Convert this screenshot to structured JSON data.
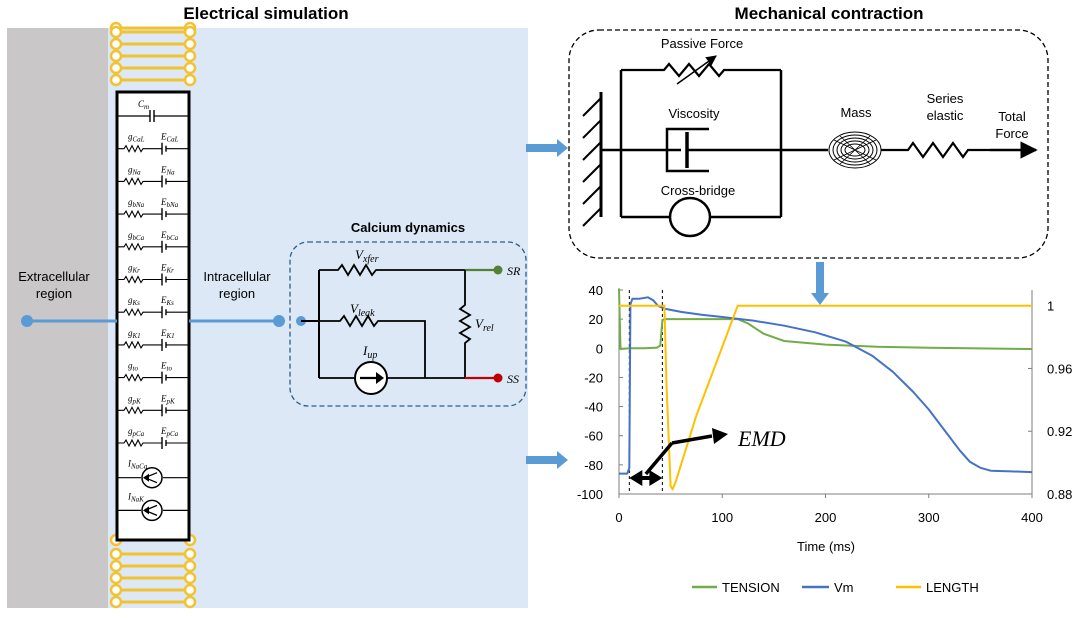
{
  "headers": {
    "electrical": "Electrical simulation",
    "mechanical": "Mechanical contraction"
  },
  "regions": {
    "extracellular": [
      "Extracellular",
      "region"
    ],
    "intracellular": [
      "Intracellular",
      "region"
    ]
  },
  "membrane_components": [
    {
      "g": "C",
      "gsub": "m",
      "e": "",
      "esub": "",
      "kind": "capacitor"
    },
    {
      "g": "g",
      "gsub": "CaL",
      "e": "E",
      "esub": "CaL",
      "kind": "channel"
    },
    {
      "g": "g",
      "gsub": "Na",
      "e": "E",
      "esub": "Na",
      "kind": "channel"
    },
    {
      "g": "g",
      "gsub": "bNa",
      "e": "E",
      "esub": "bNa",
      "kind": "channel"
    },
    {
      "g": "g",
      "gsub": "bCa",
      "e": "E",
      "esub": "bCa",
      "kind": "channel"
    },
    {
      "g": "g",
      "gsub": "Kr",
      "e": "E",
      "esub": "Kr",
      "kind": "channel"
    },
    {
      "g": "g",
      "gsub": "Ks",
      "e": "E",
      "esub": "Ks",
      "kind": "channel"
    },
    {
      "g": "g",
      "gsub": "K1",
      "e": "E",
      "esub": "K1",
      "kind": "channel"
    },
    {
      "g": "g",
      "gsub": "to",
      "e": "E",
      "esub": "to",
      "kind": "channel"
    },
    {
      "g": "g",
      "gsub": "pK",
      "e": "E",
      "esub": "pK",
      "kind": "channel"
    },
    {
      "g": "g",
      "gsub": "pCa",
      "e": "E",
      "esub": "pCa",
      "kind": "channel"
    },
    {
      "g": "I",
      "gsub": "NaCa",
      "e": "",
      "esub": "",
      "kind": "source"
    },
    {
      "g": "I",
      "gsub": "NaK",
      "e": "",
      "esub": "",
      "kind": "source"
    }
  ],
  "calcium": {
    "title": "Calcium dynamics",
    "vxfer": "V",
    "vxfer_sub": "xfer",
    "vleak": "V",
    "vleak_sub": "leak",
    "vrel": "V",
    "vrel_sub": "rel",
    "iup": "I",
    "iup_sub": "up",
    "sr": "SR",
    "ss": "SS"
  },
  "mechanical_model": {
    "passive_force": "Passive Force",
    "viscosity": "Viscosity",
    "cross_bridge": "Cross-bridge",
    "mass": "Mass",
    "series_elastic": [
      "Series",
      "elastic"
    ],
    "total_force": [
      "Total",
      "Force"
    ]
  },
  "colors": {
    "membrane_gray": "#c9c7c8",
    "intracellular_blue": "#dce8f5",
    "lipid_yellow": "#f2c230",
    "connector_blue": "#5b9bd5",
    "sr_green": "#548235",
    "ss_red": "#c00000"
  },
  "chart_data": {
    "type": "line",
    "xlabel": "Time (ms)",
    "x_ticks": [
      0,
      100,
      200,
      300,
      400
    ],
    "xlim": [
      0,
      400
    ],
    "y_ticks_left": [
      40,
      20,
      0,
      -20,
      -40,
      -60,
      -80,
      -100
    ],
    "ylim_left": [
      -100,
      40
    ],
    "y_ticks_right": [
      "1",
      "0.96",
      "0.92",
      "0.88"
    ],
    "ylim_right": [
      0.88,
      1.01
    ],
    "annotation": "EMD",
    "series": [
      {
        "name": "TENSION",
        "color": "#70ad47",
        "axis": "left",
        "points": [
          [
            0,
            41
          ],
          [
            1.5,
            -0.5
          ],
          [
            10,
            0
          ],
          [
            25,
            0
          ],
          [
            37,
            0.5
          ],
          [
            40,
            2
          ],
          [
            42,
            19.5
          ],
          [
            45,
            20
          ],
          [
            80,
            20
          ],
          [
            115,
            20
          ],
          [
            125,
            17
          ],
          [
            140,
            10
          ],
          [
            160,
            5
          ],
          [
            200,
            2.5
          ],
          [
            250,
            1
          ],
          [
            300,
            0.3
          ],
          [
            400,
            -0.5
          ]
        ]
      },
      {
        "name": "Vm",
        "color": "#4472c4",
        "axis": "left",
        "points": [
          [
            0,
            -86
          ],
          [
            8,
            -86
          ],
          [
            10,
            -82
          ],
          [
            11,
            30
          ],
          [
            13,
            34
          ],
          [
            20,
            34
          ],
          [
            28,
            35
          ],
          [
            33,
            33
          ],
          [
            38,
            29
          ],
          [
            45,
            27
          ],
          [
            60,
            25
          ],
          [
            80,
            23
          ],
          [
            100,
            21.5
          ],
          [
            130,
            19
          ],
          [
            160,
            15.5
          ],
          [
            190,
            11
          ],
          [
            220,
            4.5
          ],
          [
            245,
            -5
          ],
          [
            265,
            -16
          ],
          [
            285,
            -30
          ],
          [
            300,
            -42
          ],
          [
            315,
            -56
          ],
          [
            330,
            -70
          ],
          [
            340,
            -78
          ],
          [
            350,
            -82
          ],
          [
            360,
            -84
          ],
          [
            380,
            -84.5
          ],
          [
            400,
            -85
          ]
        ]
      },
      {
        "name": "LENGTH",
        "color": "#ffc000",
        "axis": "right",
        "points": [
          [
            0,
            1
          ],
          [
            44,
            1
          ],
          [
            46,
            0.95
          ],
          [
            50,
            0.885
          ],
          [
            52,
            0.883
          ],
          [
            55,
            0.888
          ],
          [
            75,
            0.93
          ],
          [
            95,
            0.965
          ],
          [
            115,
            1
          ],
          [
            400,
            1
          ]
        ]
      }
    ],
    "markers": [
      10,
      42
    ],
    "legend_position": "bottom"
  }
}
